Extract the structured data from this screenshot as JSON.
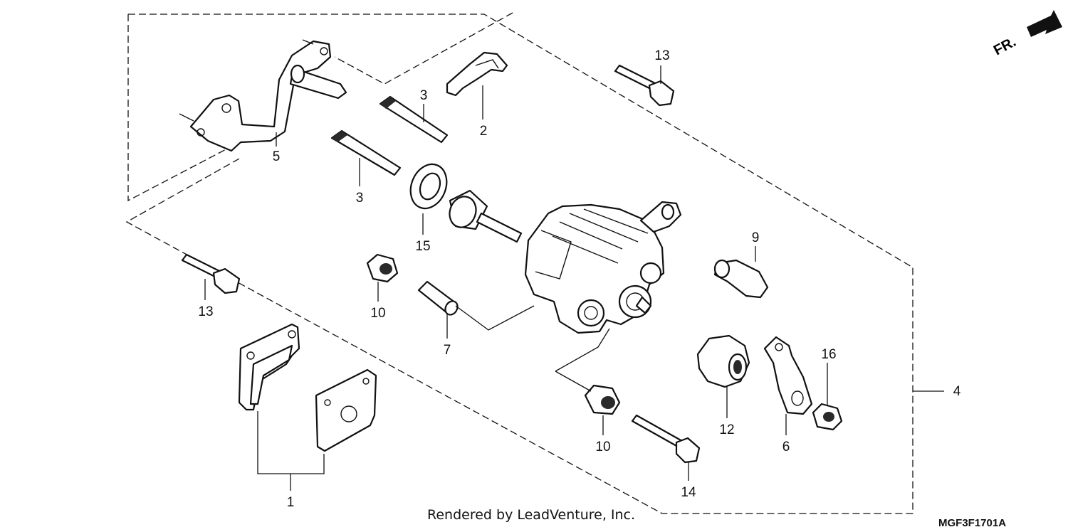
{
  "diagram": {
    "callouts": [
      "13",
      "3",
      "2",
      "5",
      "3",
      "15",
      "9",
      "13",
      "10",
      "7",
      "1",
      "12",
      "6",
      "16",
      "4",
      "10",
      "14"
    ],
    "orientation_label": "FR.",
    "footer_text": "Rendered by LeadVenture, Inc.",
    "diagram_code": "MGF3F1701A"
  }
}
